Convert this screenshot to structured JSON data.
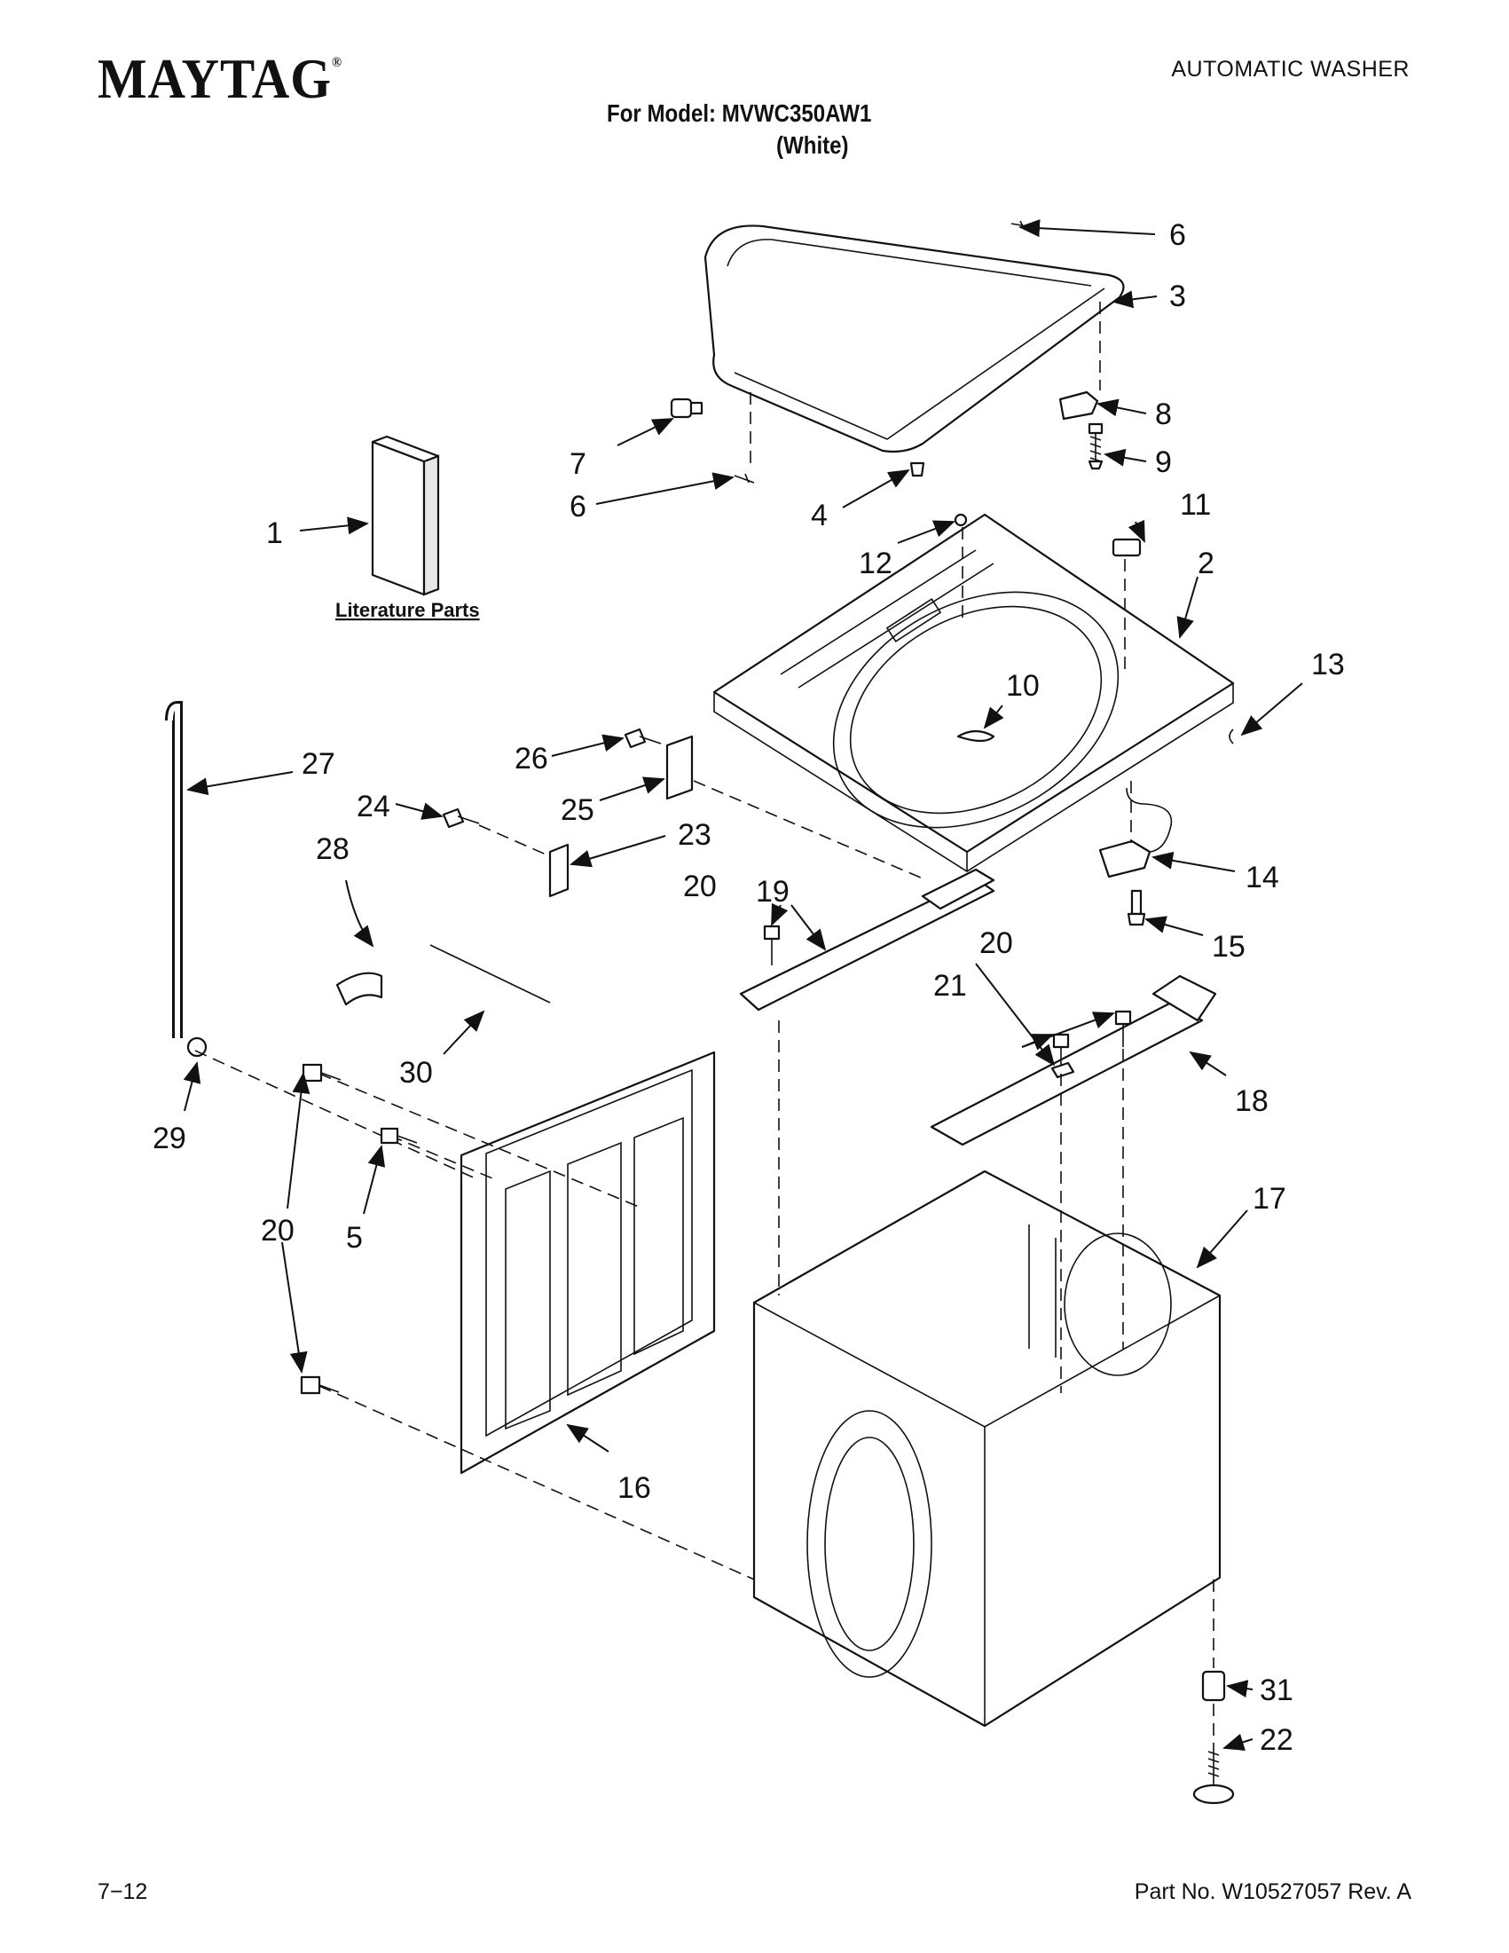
{
  "header": {
    "brand": "MAYTAG",
    "brand_mark": "®",
    "document_type": "AUTOMATIC WASHER",
    "model_line": "For Model: MVWC350AW1",
    "color_line": "(White)"
  },
  "diagram": {
    "literature_label": "Literature Parts",
    "callouts": [
      "1",
      "2",
      "3",
      "4",
      "5",
      "6",
      "6",
      "7",
      "8",
      "9",
      "10",
      "11",
      "12",
      "13",
      "14",
      "15",
      "16",
      "17",
      "18",
      "19",
      "20",
      "20",
      "20",
      "21",
      "22",
      "23",
      "24",
      "25",
      "26",
      "27",
      "28",
      "29",
      "30",
      "31"
    ]
  },
  "footer": {
    "page": "7−12",
    "part_number": "Part No. W10527057 Rev. A"
  }
}
